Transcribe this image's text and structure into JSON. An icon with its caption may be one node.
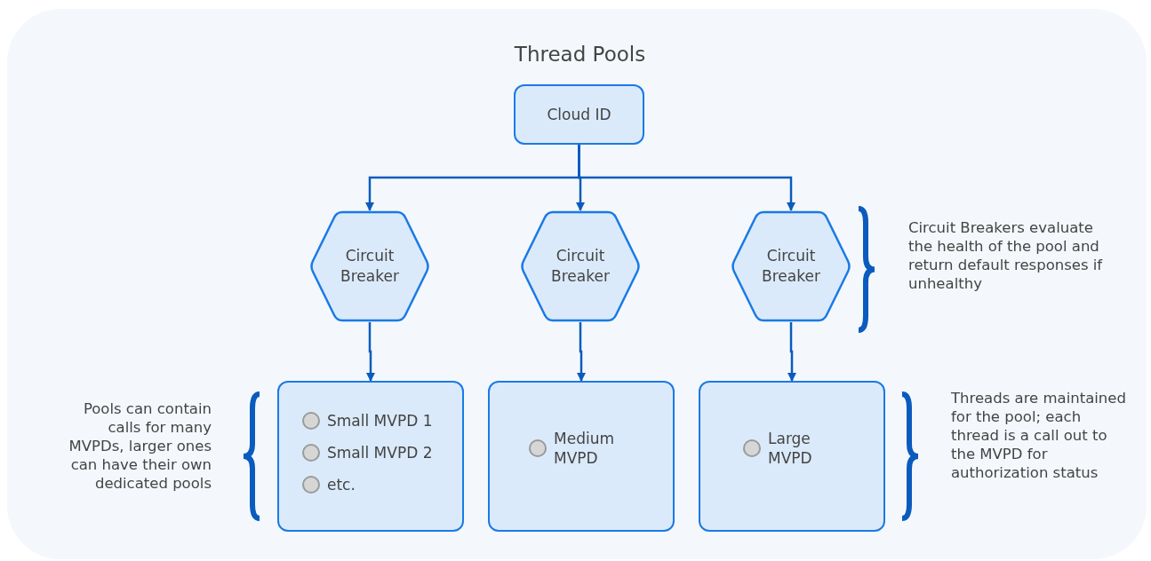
{
  "diagram": {
    "title": "Thread Pools",
    "nodes": [
      {
        "text": [
          "Cloud ID"
        ]
      },
      {
        "text": [
          "Circuit Breaker"
        ]
      },
      {
        "text": [
          "Circuit Breaker"
        ]
      },
      {
        "text": [
          "Circuit Breaker"
        ]
      },
      {
        "text": [
          "Small MVPD 1",
          "Small MVPD 2",
          "etc."
        ]
      },
      {
        "text": [
          "Medium MVPD"
        ]
      },
      {
        "text": [
          "Large MVPD"
        ]
      }
    ],
    "edges": [
      {
        "from": 0,
        "to": 1,
        "arrow": "to"
      },
      {
        "from": 0,
        "to": 2,
        "arrow": "to"
      },
      {
        "from": 0,
        "to": 3,
        "arrow": "to"
      },
      {
        "from": 1,
        "to": 4,
        "arrow": "to"
      },
      {
        "from": 2,
        "to": 5,
        "arrow": "to"
      },
      {
        "from": 3,
        "to": 6,
        "arrow": "to"
      }
    ],
    "labels": [
      "Circuit Breakers evaluate the health of the pool and return default responses if unhealthy",
      "Pools can contain calls for many MVPDs, larger ones can have their own dedicated pools",
      "Threads are maintained for the pool; each thread is a call out to the MVPD for authorization status"
    ]
  }
}
